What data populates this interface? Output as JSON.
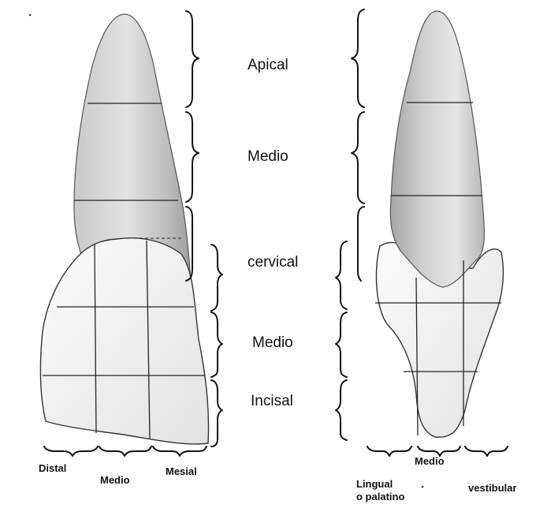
{
  "zones": {
    "apical": "Apical",
    "medio_root": "Medio",
    "cervical": "cervical",
    "medio_crown": "Medio",
    "incisal": "Incisal"
  },
  "bottom_labels": {
    "distal": "Distal",
    "medio_front": "Medio",
    "mesial": "Mesial",
    "medio_side": "Medio",
    "lingual_line1": "Lingual",
    "lingual_line2": "o palatino",
    "vestibular": "vestibular"
  },
  "colors": {
    "root_light": "#e4e4e4",
    "root_dark": "#a9a9a9",
    "crown": "#f4f4f4",
    "outline": "#333333",
    "grid": "#222222"
  }
}
